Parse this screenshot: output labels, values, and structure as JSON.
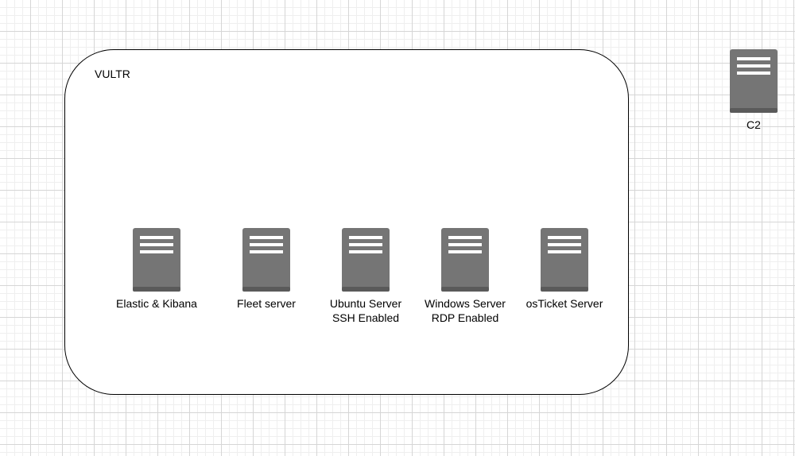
{
  "cloud": {
    "label": "VULTR"
  },
  "servers": [
    {
      "name": "Elastic & Kibana",
      "sub": ""
    },
    {
      "name": "Fleet server",
      "sub": ""
    },
    {
      "name": "Ubuntu Server",
      "sub": "SSH Enabled"
    },
    {
      "name": "Windows Server",
      "sub": "RDP Enabled"
    },
    {
      "name": "osTicket Server",
      "sub": ""
    }
  ],
  "external": {
    "name": "C2"
  },
  "icons": {
    "server": "server-icon"
  },
  "colors": {
    "server_body": "#757575",
    "server_base": "#5a5a5a",
    "server_lines": "#ffffff",
    "box_border": "#000000"
  }
}
